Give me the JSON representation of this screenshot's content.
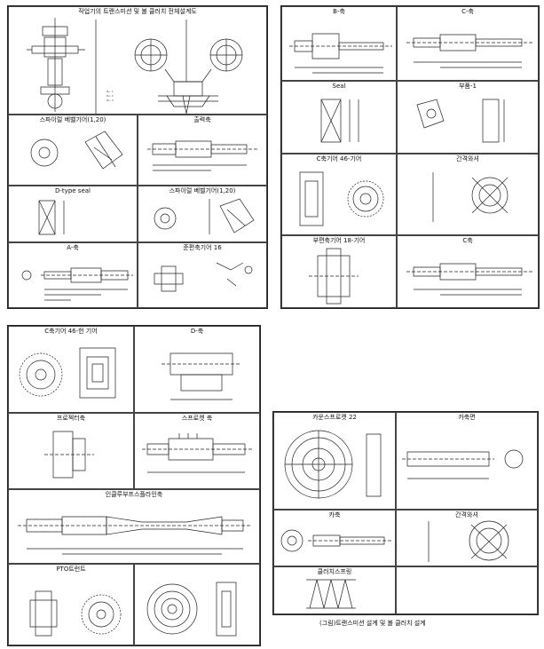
{
  "sheet1": {
    "title": "작업기의 트랜스미션 및 볼 클러치 전체설계도",
    "panels": [
      "스파이럴 베벨기어(1,20)",
      "출력축",
      "D-type seal",
      "스파이럴 베벨기어(1,20)",
      "A-축",
      "준편축기어 16"
    ]
  },
  "sheet2": {
    "panels": [
      "B-축",
      "C-축",
      "Seal",
      "부품-1",
      "C축기어 46-기어",
      "간격와셔",
      "부편축기어 18-기어",
      "C축"
    ]
  },
  "sheet3": {
    "panels": [
      "C축기어 46-헌 기어",
      "D-축",
      "프로젝터축",
      "스프로켓 축",
      "인클루부프스플라인축",
      "PTO트런트",
      ""
    ]
  },
  "sheet4": {
    "panels": [
      "카운스프로켓 22",
      "카축면",
      "카축",
      "간격와셔",
      "클러치스프링",
      ""
    ],
    "caption": "(그림)트랜스미션 설계 및 볼 클러치 설계"
  },
  "colors": {
    "line": "#222222",
    "background": "#ffffff"
  }
}
